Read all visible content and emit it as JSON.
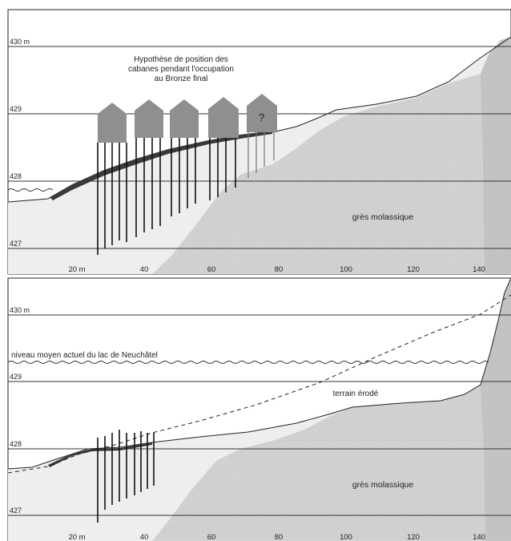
{
  "top_panel": {
    "levels": [
      "430 m",
      "429",
      "428",
      "427"
    ],
    "x_ticks": [
      "20 m",
      "40",
      "60",
      "80",
      "100",
      "120",
      "140"
    ],
    "hypothesis_label": [
      "Hypothèse de position des",
      "cabanes pendant l'occupation",
      "au Bronze final"
    ],
    "hut_question_mark": "?",
    "bedrock_label": "grès molassique"
  },
  "bottom_panel": {
    "levels": [
      "430 m",
      "429",
      "428",
      "427"
    ],
    "x_ticks": [
      "20 m",
      "40",
      "60",
      "80",
      "100",
      "120",
      "140"
    ],
    "lake_level_label": "niveau moyen actuel du lac de Neuchâtel",
    "eroded_label": "terrain érodé",
    "bedrock_label": "grès molassique"
  },
  "colors": {
    "bedrock": "#cfcfcf",
    "sediment": "#ececec",
    "hut": "#8f8f8f",
    "occupation_layer": "#3a3a3a"
  }
}
